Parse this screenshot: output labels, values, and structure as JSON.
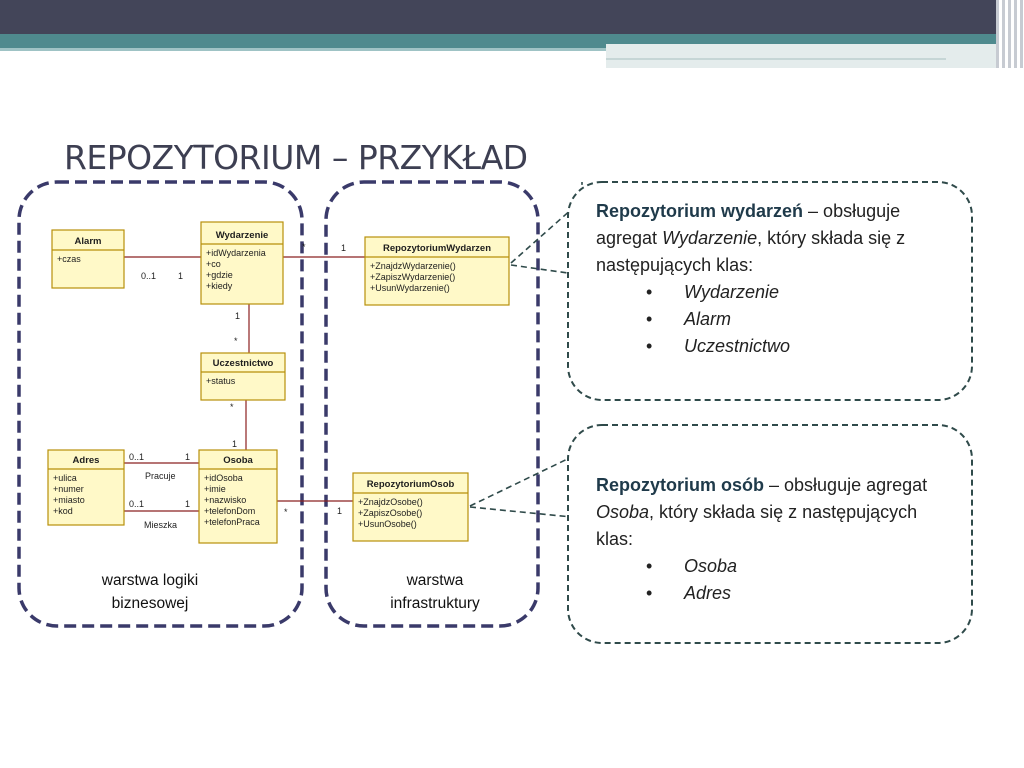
{
  "slide": {
    "title": "REPOZYTORIUM – PRZYKŁAD"
  },
  "colors": {
    "topbar": "#434559",
    "stripe": "#4f8a8e",
    "dashed_border": "#3a3a6a",
    "callout_border": "#2f4a4a",
    "class_fill": "#fff9c8",
    "class_border": "#b8900a",
    "association_line": "#8b2020"
  },
  "classes": {
    "alarm": {
      "name": "Alarm",
      "attrs": [
        "+czas"
      ]
    },
    "wydarzenie": {
      "name": "Wydarzenie",
      "attrs": [
        "+idWydarzenia",
        "+co",
        "+gdzie",
        "+kiedy"
      ]
    },
    "uczestnictwo": {
      "name": "Uczestnictwo",
      "attrs": [
        "+status"
      ]
    },
    "adres": {
      "name": "Adres",
      "attrs": [
        "+ulica",
        "+numer",
        "+miasto",
        "+kod"
      ]
    },
    "osoba": {
      "name": "Osoba",
      "attrs": [
        "+idOsoba",
        "+imie",
        "+nazwisko",
        "+telefonDom",
        "+telefonPraca"
      ]
    },
    "repo_wydarzen": {
      "name": "RepozytoriumWydarzen",
      "attrs": [
        "+ZnajdzWydarzenie()",
        "+ZapiszWydarzenie()",
        "+UsunWydarzenie()"
      ]
    },
    "repo_osob": {
      "name": "RepozytoriumOsob",
      "attrs": [
        "+ZnajdzOsobe()",
        "+ZapiszOsobe()",
        "+UsunOsobe()"
      ]
    }
  },
  "associations": {
    "alarm_wydarzenie": {
      "m1": "0..1",
      "m2": "1"
    },
    "wydarzenie_repo": {
      "m1": "*",
      "m2": "1"
    },
    "wydarzenie_uczestnictwo": {
      "m1": "1",
      "m2": "*"
    },
    "uczestnictwo_osoba": {
      "m1": "*",
      "m2": "1"
    },
    "pracuje": {
      "label": "Pracuje",
      "m1": "0..1",
      "m2": "1"
    },
    "mieszka": {
      "label": "Mieszka",
      "m1": "0..1",
      "m2": "1"
    },
    "osoba_repo": {
      "m1": "*",
      "m2": "1"
    }
  },
  "layers": {
    "business": [
      "warstwa logiki",
      "biznesowej"
    ],
    "infrastructure": [
      "warstwa",
      "infrastruktury"
    ]
  },
  "callouts": {
    "events": {
      "head": "Repozytorium wydarzeń",
      "t1": " – obsługuje agregat ",
      "t2": "Wydarzenie",
      "t3": ", który składa się z następujących klas:",
      "bullet": "•",
      "items": [
        "Wydarzenie",
        "Alarm",
        "Uczestnictwo"
      ]
    },
    "persons": {
      "head": "Repozytorium osób",
      "t1": " – obsługuje agregat ",
      "t2": "Osoba",
      "t3": ", który składa się z następujących klas:",
      "bullet": "•",
      "items": [
        "Osoba",
        "Adres"
      ]
    }
  }
}
